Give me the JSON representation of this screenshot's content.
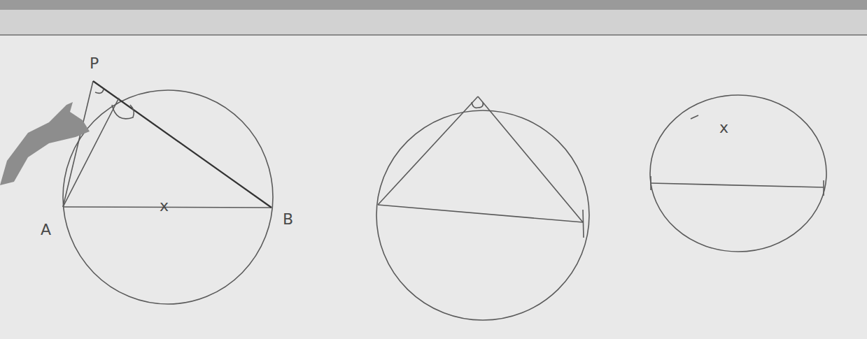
{
  "diagram": {
    "labels": [
      "P",
      "A",
      "B",
      "x",
      "x"
    ]
  }
}
